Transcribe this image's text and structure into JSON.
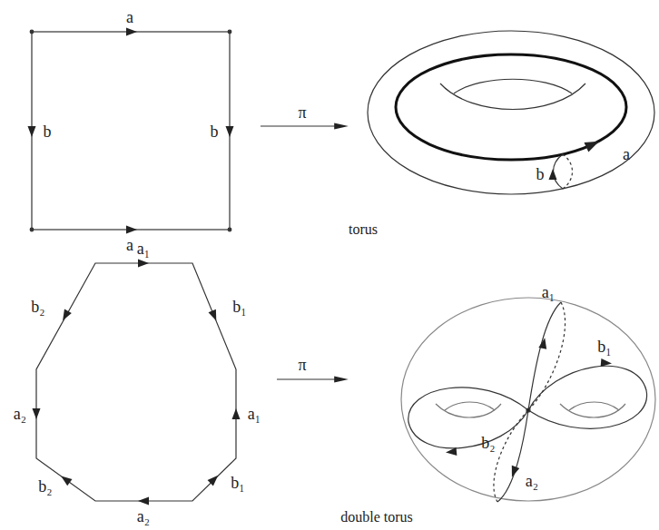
{
  "diagram": {
    "labels": [
      "a",
      "b",
      "b",
      "π",
      "a",
      "a",
      "b",
      "torus",
      "a₁",
      "b₂",
      "b₁",
      "π",
      "a₁",
      "b₁",
      "a₂",
      "a₁",
      "b₂",
      "a₂",
      "b₂",
      "b₁",
      "double torus",
      "a₂"
    ]
  }
}
